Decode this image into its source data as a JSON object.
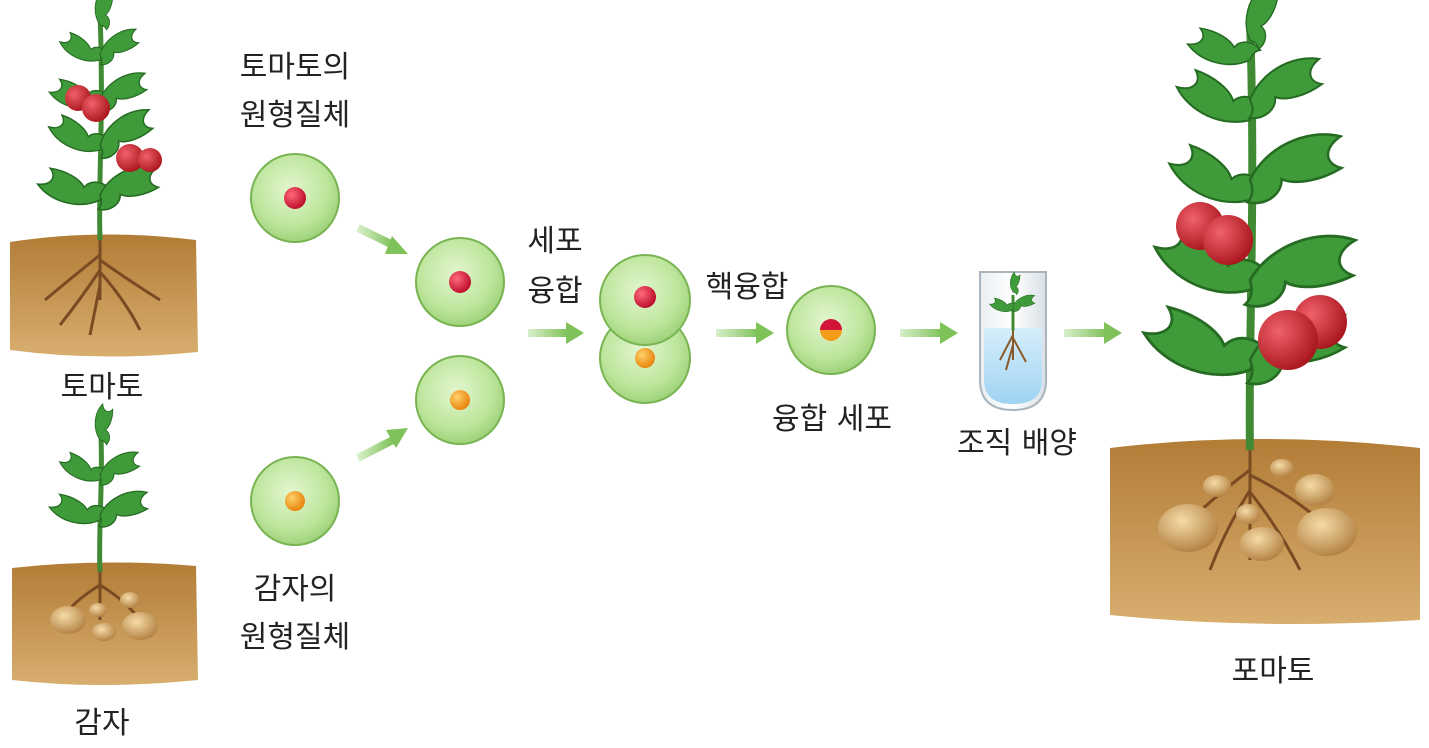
{
  "labels": {
    "tomato": "토마토",
    "potato": "감자",
    "tomato_protoplast_1": "토마토의",
    "tomato_protoplast_2": "원형질체",
    "potato_protoplast_1": "감자의",
    "potato_protoplast_2": "원형질체",
    "cell_fusion_1": "세포",
    "cell_fusion_2": "융합",
    "nuclear_fusion": "핵융합",
    "fused_cell": "융합 세포",
    "tissue_culture": "조직 배양",
    "pomato": "포마토"
  },
  "colors": {
    "cell_fill": "#b9e39a",
    "cell_stroke": "#6fae4a",
    "tomato_nucleus": "#d3143a",
    "potato_nucleus": "#f39c1a",
    "arrow": "#8cc768",
    "soil": "#c89a55",
    "leaf": "#3f9a3a",
    "stem": "#3f8a33",
    "tomato_fruit": "#d6262c",
    "potato_tuber": "#d9a867",
    "culture_liquid": "#bfe3f7"
  }
}
